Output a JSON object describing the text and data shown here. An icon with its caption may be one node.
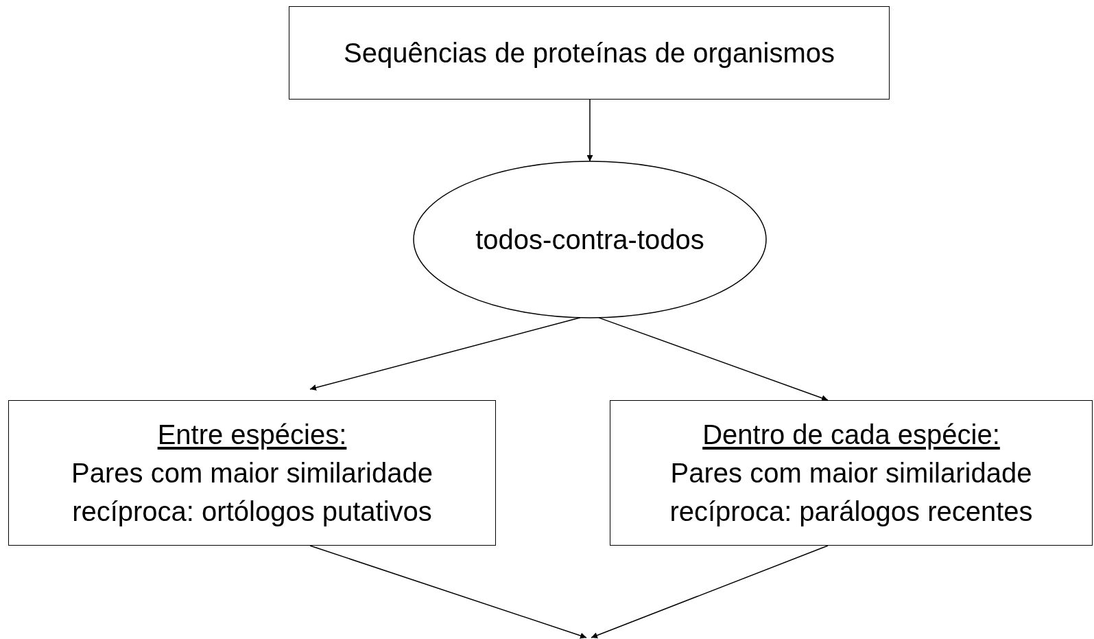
{
  "diagram": {
    "nodes": [
      {
        "text": [
          "Sequências de proteínas de organismos"
        ]
      },
      {
        "text": [
          "todos-contra-todos"
        ]
      },
      {
        "text": [
          "Entre espécies:",
          "Pares com maior similaridade recíproca: ortólogos putativos"
        ]
      },
      {
        "text": [
          "Dentro de cada espécie:",
          "Pares com maior similaridade recíproca: parálogos recentes"
        ]
      }
    ],
    "edges": [
      {
        "from": 0,
        "to": 1,
        "arrow": "to"
      },
      {
        "from": 1,
        "to": 2,
        "arrow": "to"
      },
      {
        "from": 1,
        "to": 3,
        "arrow": "to"
      },
      {
        "from": 2,
        "to": null,
        "arrow": "to"
      },
      {
        "from": 3,
        "to": null,
        "arrow": "to"
      }
    ]
  }
}
